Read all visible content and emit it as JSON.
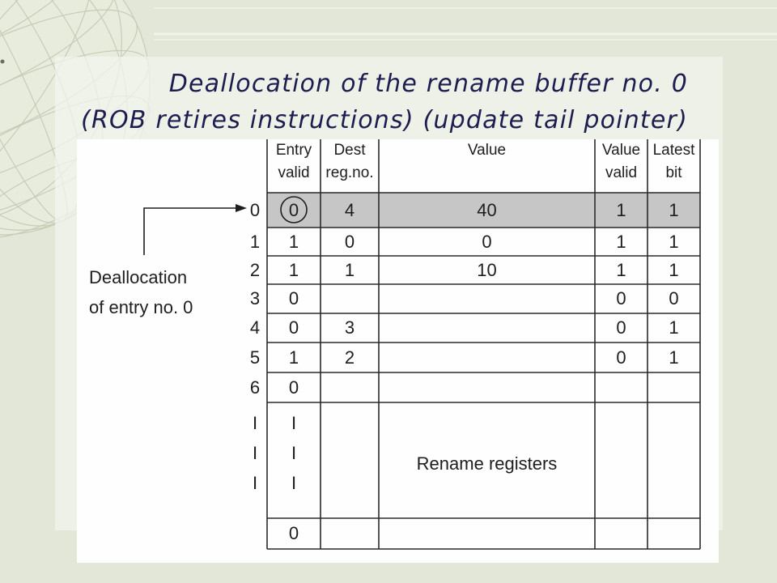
{
  "slide": {
    "title_line1": "Deallocation of the rename buffer no. 0",
    "title_line2": "(ROB retires instructions) (update tail pointer)"
  },
  "colors": {
    "background": "#e3e7d8",
    "title_text": "#1d1d4f",
    "highlight_row": "#c6c6c6"
  },
  "rename_buffer": {
    "annotation": {
      "line1": "Deallocation",
      "line2": "of entry no. 0"
    },
    "headers": {
      "entry_valid": {
        "line1": "Entry",
        "line2": "valid"
      },
      "dest_reg": {
        "line1": "Dest",
        "line2": "reg.no."
      },
      "value": {
        "line1": "Value"
      },
      "value_valid": {
        "line1": "Value",
        "line2": "valid"
      },
      "latest_bit": {
        "line1": "Latest",
        "line2": "bit"
      }
    },
    "highlighted_entry": 0,
    "circled_entry": 0,
    "rows": [
      {
        "index": "0",
        "entry_valid": "0",
        "dest_reg": "4",
        "value": "40",
        "value_valid": "1",
        "latest_bit": "1"
      },
      {
        "index": "1",
        "entry_valid": "1",
        "dest_reg": "0",
        "value": "0",
        "value_valid": "1",
        "latest_bit": "1"
      },
      {
        "index": "2",
        "entry_valid": "1",
        "dest_reg": "1",
        "value": "10",
        "value_valid": "1",
        "latest_bit": "1"
      },
      {
        "index": "3",
        "entry_valid": "0",
        "value_valid": "0",
        "latest_bit": "0"
      },
      {
        "index": "4",
        "entry_valid": "0",
        "dest_reg": "3",
        "value_valid": "0",
        "latest_bit": "1"
      },
      {
        "index": "5",
        "entry_valid": "1",
        "dest_reg": "2",
        "value_valid": "0",
        "latest_bit": "1"
      },
      {
        "index": "6",
        "entry_valid": "0"
      }
    ],
    "continuation_marks": {
      "index": [
        "I",
        "I",
        "I"
      ],
      "entry_valid": [
        "I",
        "I",
        "I"
      ]
    },
    "region_label": "Rename registers",
    "last_row": {
      "entry_valid": "0"
    }
  }
}
